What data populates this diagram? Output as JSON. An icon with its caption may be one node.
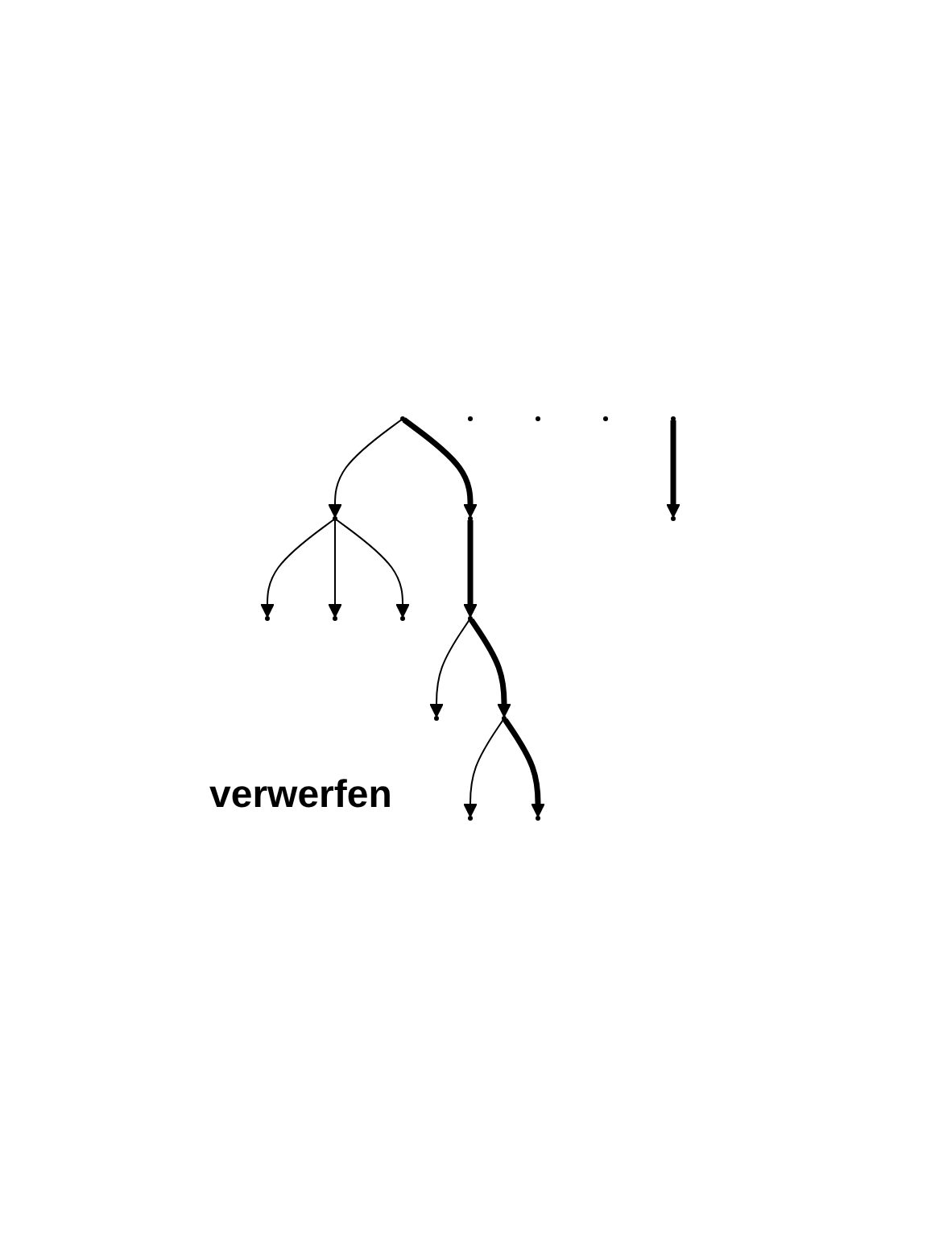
{
  "diagram": {
    "nodes": [
      {
        "text": [],
        "shape": "circle"
      },
      {
        "text": [],
        "shape": "circle"
      },
      {
        "text": [],
        "shape": "circle"
      },
      {
        "text": [],
        "shape": "circle"
      },
      {
        "text": [],
        "shape": "circle"
      },
      {
        "text": [],
        "shape": "circle"
      },
      {
        "text": [],
        "shape": "circle"
      },
      {
        "text": [],
        "shape": "circle"
      },
      {
        "text": [],
        "shape": "circle"
      },
      {
        "text": [],
        "shape": "circle"
      },
      {
        "text": [],
        "shape": "circle"
      },
      {
        "text": [],
        "shape": "circle"
      },
      {
        "text": [],
        "shape": "circle"
      },
      {
        "text": [],
        "shape": "circle"
      },
      {
        "text": [],
        "shape": "circle"
      },
      {
        "text": [],
        "shape": "circle"
      }
    ],
    "edges": [
      {
        "from": 0,
        "to": 1,
        "arrow": "to"
      },
      {
        "from": 0,
        "to": 2,
        "arrow": "to",
        "style": "thick"
      },
      {
        "from": 1,
        "to": 3,
        "arrow": "to"
      },
      {
        "from": 1,
        "to": 4,
        "arrow": "to"
      },
      {
        "from": 1,
        "to": 5,
        "arrow": "to"
      },
      {
        "from": 2,
        "to": 6,
        "arrow": "to",
        "style": "thick"
      },
      {
        "from": 6,
        "to": 7,
        "arrow": "to"
      },
      {
        "from": 6,
        "to": 8,
        "arrow": "to",
        "style": "thick"
      },
      {
        "from": 8,
        "to": 9,
        "arrow": "to"
      },
      {
        "from": 8,
        "to": 10,
        "arrow": "to",
        "style": "thick"
      },
      {
        "from": 14,
        "to": 15,
        "arrow": "to",
        "style": "thick"
      }
    ],
    "labels": [
      "verwerfen"
    ]
  }
}
